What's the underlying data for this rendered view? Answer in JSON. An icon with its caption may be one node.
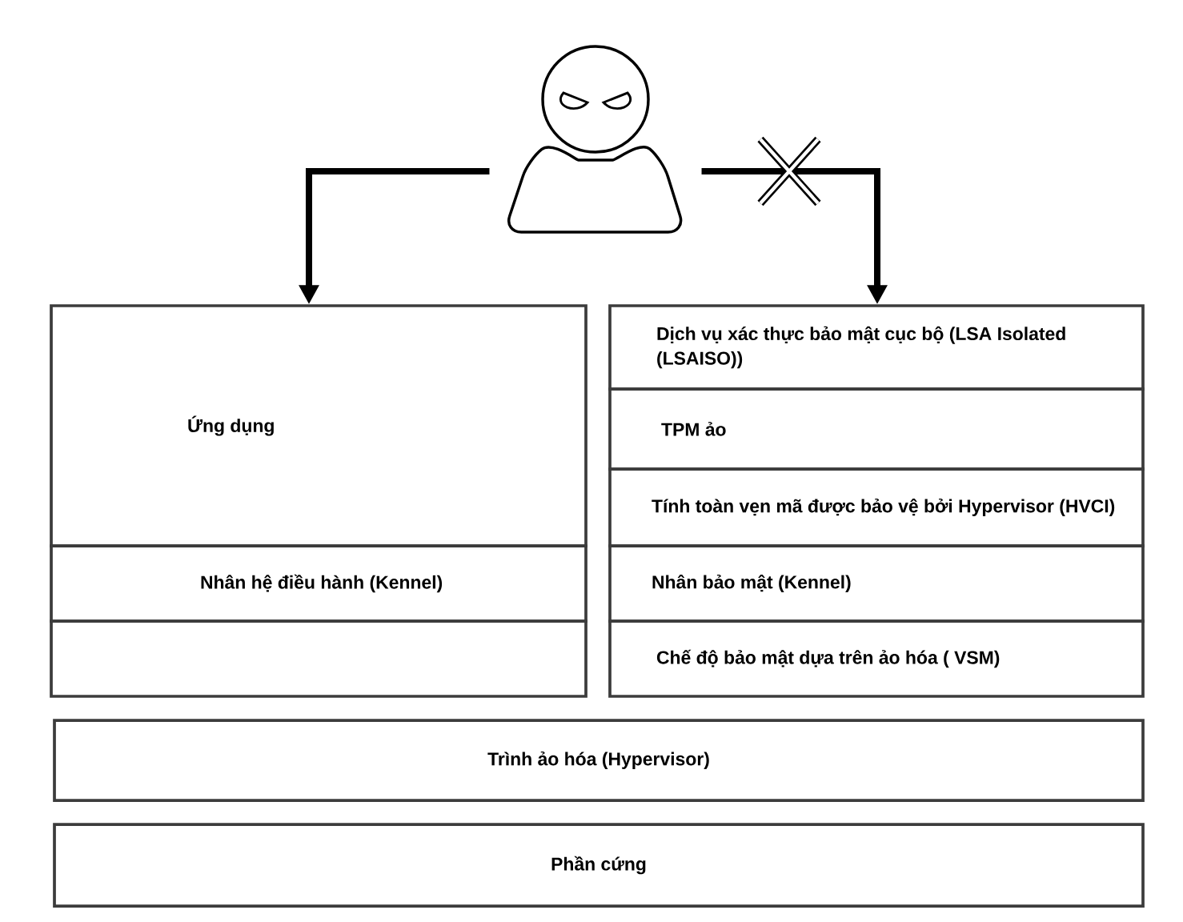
{
  "diagram": {
    "nodes": [
      {
        "text": [],
        "shape": "person"
      },
      {
        "text": [
          "Ứng dụng"
        ]
      },
      {
        "text": [
          "Nhân hệ điều hành (Kennel)"
        ]
      },
      {
        "text": [],
        "shape": "box"
      },
      {
        "text": [
          "Dịch vụ xác thực bảo mật cục bộ (LSA Isolated (LSAISO))"
        ]
      },
      {
        "text": [
          "TPM ảo"
        ]
      },
      {
        "text": [
          "Tính toàn vẹn mã được bảo vệ bởi Hypervisor (HVCI)"
        ]
      },
      {
        "text": [
          "Nhân bảo mật (Kennel)"
        ]
      },
      {
        "text": [
          "Chế độ bảo mật dựa trên ảo hóa ( VSM)"
        ]
      },
      {
        "text": [
          "Trình ảo hóa (Hypervisor)"
        ]
      },
      {
        "text": [
          "Phần cứng"
        ]
      }
    ],
    "edges": [
      {
        "from": 0,
        "to": 1,
        "arrow": "to"
      },
      {
        "from": 0,
        "to": 4,
        "arrow": "to"
      }
    ]
  }
}
